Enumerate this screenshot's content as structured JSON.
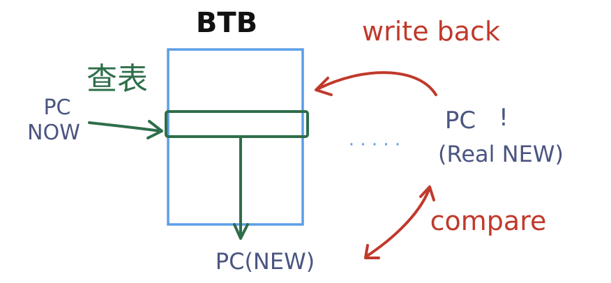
{
  "title": "BTB",
  "lookup_label": "查表",
  "pc_now": {
    "line1": "PC",
    "line2": "NOW"
  },
  "pc_new": "PC(NEW)",
  "write_back": "write back",
  "pc_real": {
    "line1": "PC",
    "bang": "!",
    "line2": "(Real NEW)"
  },
  "dots": "· · · · ·",
  "compare": "compare",
  "colors": {
    "btb_box": "#5b9ee6",
    "green": "#2e6e4a",
    "red": "#c0392b",
    "navy": "#4a5580",
    "black": "#111111"
  }
}
